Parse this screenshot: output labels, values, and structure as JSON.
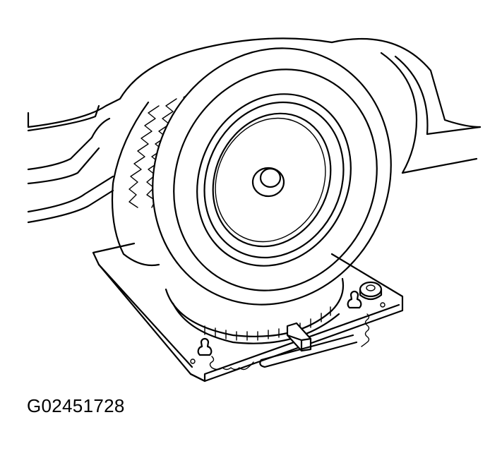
{
  "figure": {
    "caption": "G02451728",
    "subject": "Wheel resting on a turntable (turn plate) alignment tool, vehicle fender in background",
    "parts": [
      "vehicle-fender",
      "tire",
      "wheel-rim",
      "hub-cap",
      "turntable-plate",
      "degree-scale",
      "pointer",
      "lock-pins",
      "retaining-chains",
      "knob"
    ]
  }
}
